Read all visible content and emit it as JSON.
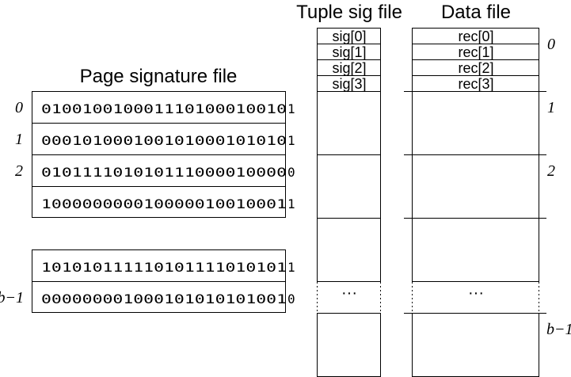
{
  "page_sig": {
    "title": "Page signature file",
    "rows": [
      "010010010001110100010010",
      "000101000100101000101010",
      "010111101010111000010000",
      "100000000010000010010001"
    ],
    "last_rows": [
      "101010111110101111010101",
      "000000001000101010101001"
    ],
    "labels": [
      "0",
      "1",
      "2"
    ],
    "last_label": "b−1",
    "overflow_suffixes": [
      "1",
      "1",
      "0",
      "1",
      "1",
      "0"
    ]
  },
  "tuple_sig": {
    "title": "Tuple sig file",
    "items": [
      "sig[0]",
      "sig[1]",
      "sig[2]",
      "sig[3]"
    ],
    "ellipsis": "···"
  },
  "data_file": {
    "title": "Data file",
    "items": [
      "rec[0]",
      "rec[1]",
      "rec[2]",
      "rec[3]"
    ],
    "ellipsis": "···",
    "block_labels": [
      "0",
      "1",
      "2"
    ],
    "last_block_label": "b−1"
  }
}
